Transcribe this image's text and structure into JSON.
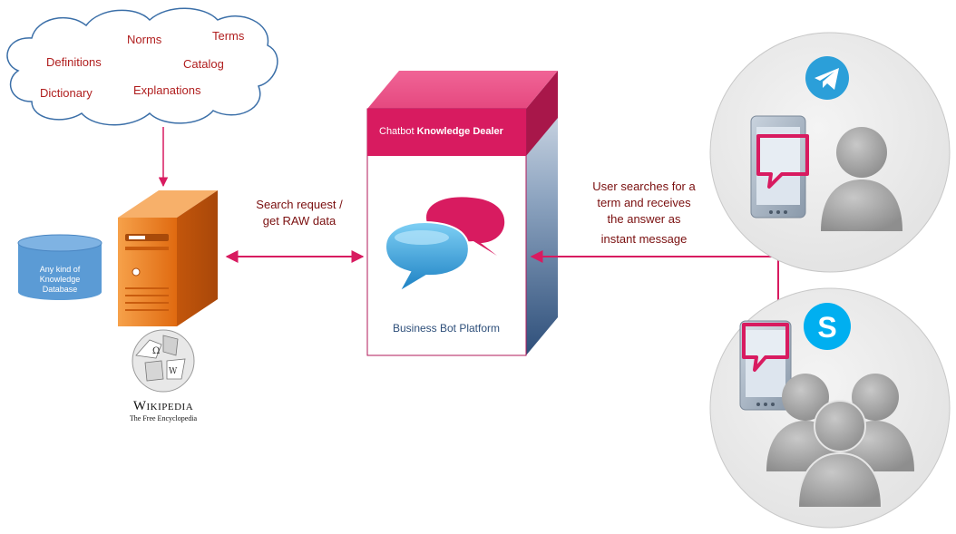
{
  "cloud": {
    "words": [
      "Norms",
      "Terms",
      "Definitions",
      "Catalog",
      "Dictionary",
      "Explanations"
    ]
  },
  "database": {
    "label_lines": [
      "Any kind of",
      "Knowledge",
      "Database"
    ]
  },
  "wikipedia": {
    "title": "Wikipedia",
    "subtitle": "The Free Encyclopedia"
  },
  "search_label": {
    "lines": [
      "Search request /",
      "get RAW data"
    ]
  },
  "platform": {
    "header_prefix": "Chatbot ",
    "header_bold": "Knowledge Dealer",
    "footer": "Business Bot Platform"
  },
  "user_label": {
    "lines": [
      "User searches for a",
      "term and receives",
      "the answer as",
      "instant message"
    ]
  },
  "icons": {
    "telegram": "telegram-icon",
    "skype": "skype-icon",
    "skype_letter": "S"
  },
  "colors": {
    "accent": "#d81b60",
    "cloud_text": "#b01e1e",
    "label_text": "#7a0f0f",
    "server_orange": "#e8721c",
    "database_blue": "#5b9bd5",
    "telegram_blue": "#2b9fd9",
    "skype_blue": "#00aff0"
  }
}
